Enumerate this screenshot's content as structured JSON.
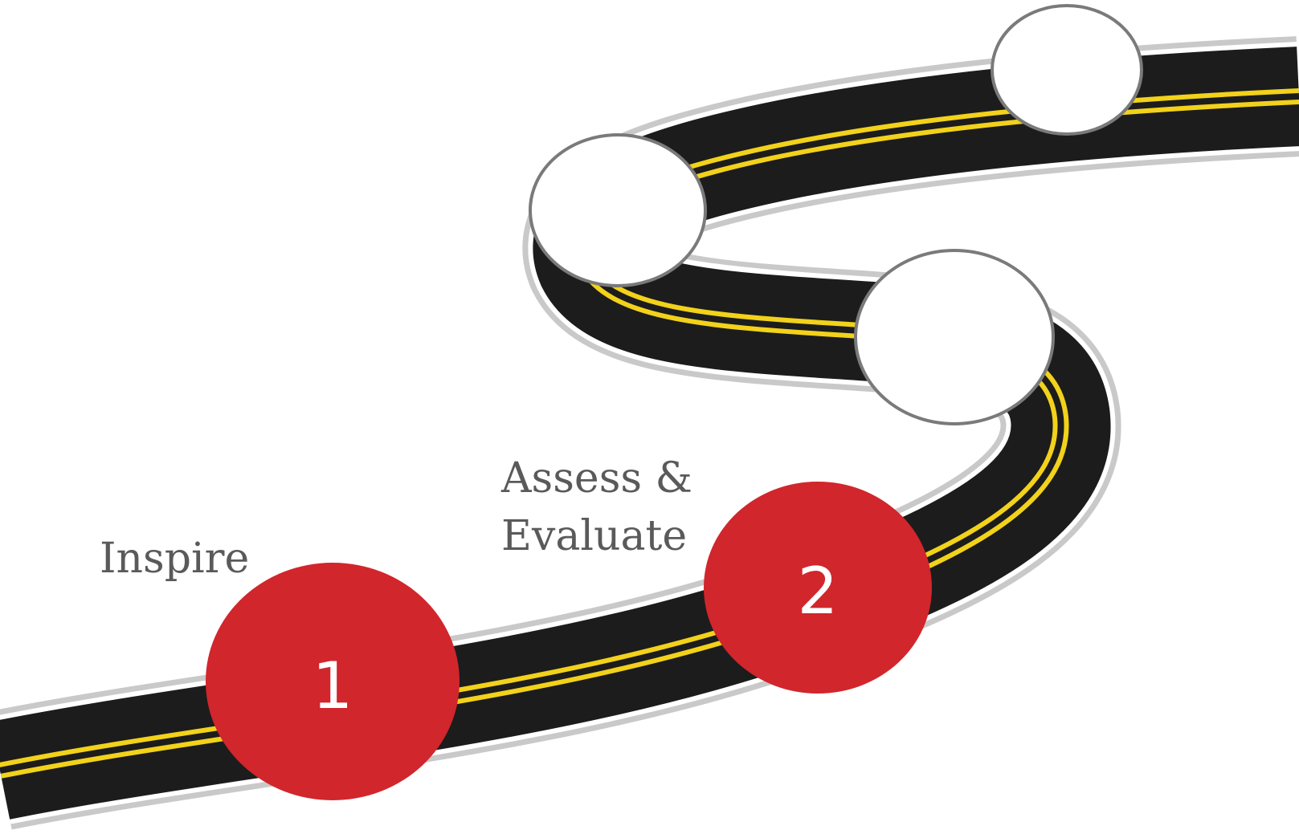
{
  "steps": [
    {
      "number": "1",
      "label": "Inspire",
      "state": "filled",
      "color": "#d1262c"
    },
    {
      "number": "2",
      "label_lines": [
        "Assess &",
        "Evaluate"
      ],
      "state": "filled",
      "color": "#d1262c"
    },
    {
      "number": "",
      "label": "",
      "state": "empty",
      "color": "#ffffff"
    },
    {
      "number": "",
      "label": "",
      "state": "empty",
      "color": "#ffffff"
    },
    {
      "number": "",
      "label": "",
      "state": "empty",
      "color": "#ffffff"
    }
  ],
  "colors": {
    "road": "#1c1c1c",
    "road_edge": "#c9c9c9",
    "center_line": "#f2d21a",
    "marker_outline": "#7a7a7a",
    "label_text": "#5a5a5a"
  }
}
